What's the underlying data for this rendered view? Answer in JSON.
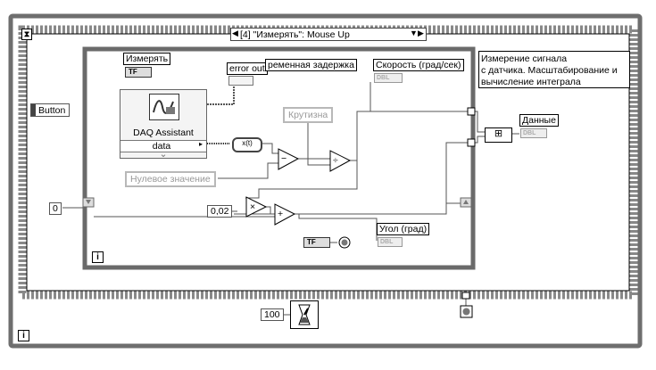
{
  "case_selector": {
    "value": "[4] \"Измерять\": Mouse Up"
  },
  "hourglass_glyph": "⧗",
  "button_terminal": {
    "label": "Button"
  },
  "izmeryat": {
    "label": "Измерять",
    "type": "TF"
  },
  "error_out": {
    "label": "error out"
  },
  "delay_label": "ременная задержка",
  "daq": {
    "title": "DAQ Assistant",
    "port": "data",
    "expand": "⌄"
  },
  "speed": {
    "label": "Скорость (град/сек)",
    "type": "DBL"
  },
  "steepness": {
    "label": "Крутизна"
  },
  "zero_value": {
    "label": "Нулевое значение"
  },
  "comment": {
    "line1": "Измерение сигнала",
    "line2": "с датчика. Масштабирование и",
    "line3": "вычисление интеграла"
  },
  "data_out": {
    "label": "Данные",
    "type": "DBL"
  },
  "shift_init": {
    "value": "0"
  },
  "coef": {
    "value": "0,02"
  },
  "angle": {
    "label": "Угол (град)",
    "type": "DBL"
  },
  "stop_bool": {
    "type": "TF"
  },
  "ops": {
    "minus": "−",
    "divide": "÷",
    "multiply": "×",
    "plus": "+"
  },
  "loop_index": "i",
  "outer_index": "i",
  "wait_const": {
    "value": "100"
  },
  "waveform_terminal": "x(t)",
  "build_array_glyph": "⊞"
}
